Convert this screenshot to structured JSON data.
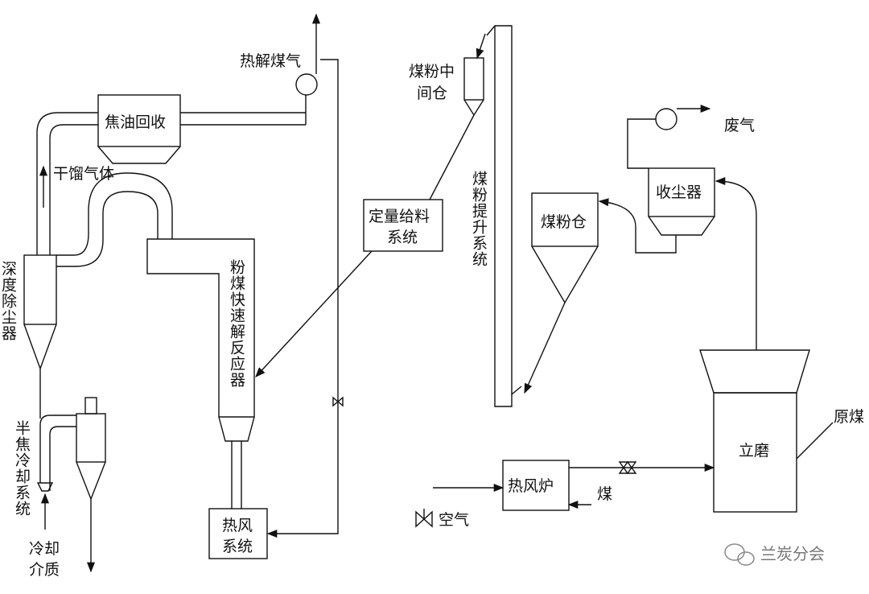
{
  "colors": {
    "stroke": "#111111",
    "background": "#ffffff",
    "watermark": "#777777"
  },
  "labels": {
    "pyrolysis_gas": "热解煤气",
    "tar_recovery": "焦油回收",
    "dry_distillation_gas": "干馏气体",
    "deep_dust_removal": "深度除尘器",
    "semi_coke_cooling": "半焦冷却系统",
    "cooling_medium": [
      "冷却",
      "介质"
    ],
    "reactor": "粉煤快速解反应器",
    "hot_air_system": [
      "热风",
      "系统"
    ],
    "coal_powder_bin_mid": [
      "煤粉中",
      "间仓"
    ],
    "feeding_system": [
      "定量给料",
      "系统"
    ],
    "lift_system": "煤粉提升系统",
    "coal_powder_bin": "煤粉仓",
    "dust_collector": "收尘器",
    "exhaust": "废气",
    "vertical_mill": "立磨",
    "raw_coal": "原煤",
    "hot_air_furnace": "热风炉",
    "coal": "煤",
    "air": "空气"
  },
  "watermark": {
    "icon": "wechat-icon",
    "text": "兰炭分会"
  }
}
